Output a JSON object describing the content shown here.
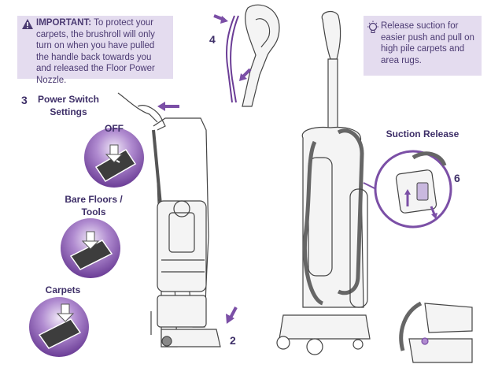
{
  "important": {
    "heading": "IMPORTANT:",
    "text": "To protect your carpets, the brushroll will only turn on when you have pulled the handle back towards you and released the Floor Power Nozzle."
  },
  "tip": {
    "text": "Release suction for easier push and pull on high pile carpets and area rugs."
  },
  "steps": {
    "power_switch_number": "3",
    "power_switch_title_line1": "Power Switch",
    "power_switch_title_line2": "Settings",
    "handle_number": "4",
    "nozzle_number": "2",
    "suction_number": "6",
    "suction_title": "Suction Release"
  },
  "switch_settings": {
    "off": "OFF",
    "bare_line1": "Bare Floors /",
    "bare_line2": "Tools",
    "carpets": "Carpets"
  },
  "colors": {
    "accent": "#7b4fa6",
    "callout_bg": "#e4dcef",
    "label_text": "#3e2f68"
  },
  "icons": [
    "warning-icon",
    "lightbulb-icon",
    "arrow-icon"
  ]
}
